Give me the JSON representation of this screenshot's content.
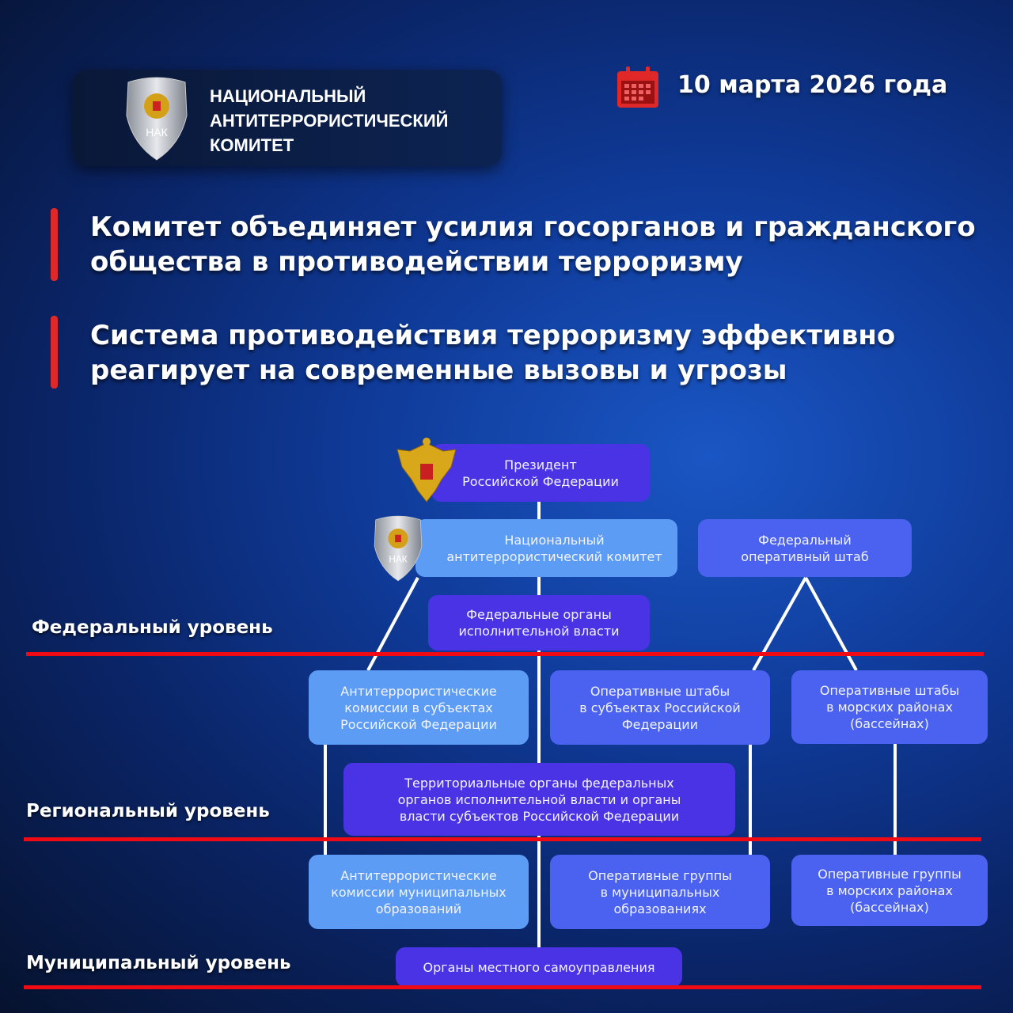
{
  "header": {
    "org_name_lines": [
      "НАЦИОНАЛЬНЫЙ",
      "АНТИТЕРРОРИСТИЧЕСКИЙ",
      "КОМИТЕТ"
    ],
    "logo_text": "НАК",
    "date": "10 марта 2026 года"
  },
  "headlines": [
    {
      "lines": [
        "Комитет объединяет усилия госорганов и гражданского",
        "общества в противодействии терроризму"
      ]
    },
    {
      "lines": [
        "Система противодействия терроризму эффективно",
        "реагирует на современные вызовы и угрозы"
      ]
    }
  ],
  "levels": {
    "federal": "Федеральный уровень",
    "regional": "Региональный уровень",
    "municipal": "Муниципальный уровень"
  },
  "boxes": {
    "president": "Президент\nРоссийской Федерации",
    "nak": "Национальный\nантитеррористический комитет",
    "fed_op_hq": "Федеральный\nоперативный штаб",
    "fed_exec": "Федеральные органы\nисполнительной власти",
    "atk_subjects": "Антитеррористические\nкомиссии в субъектах\nРоссийской Федерации",
    "op_hq_subjects": "Оперативные штабы\nв субъектах Российской\nФедерации",
    "op_hq_sea": "Оперативные штабы\nв морских районах\n(бассейнах)",
    "territorial": "Территориальные органы федеральных\nорганов исполнительной власти и органы\nвласти субъектов Российской Федерации",
    "atk_municipal": "Антитеррористические\nкомиссии муниципальных\nобразований",
    "op_groups_municipal": "Оперативные группы\nв муниципальных\nобразованиях",
    "op_groups_sea": "Оперативные группы\nв морских районах\n(бассейнах)",
    "local_gov": "Органы местного самоуправления"
  },
  "colors": {
    "dark": "#4a33e4",
    "light": "#5d9cf4",
    "mid": "#4a62ef",
    "accent": "#e02828"
  }
}
